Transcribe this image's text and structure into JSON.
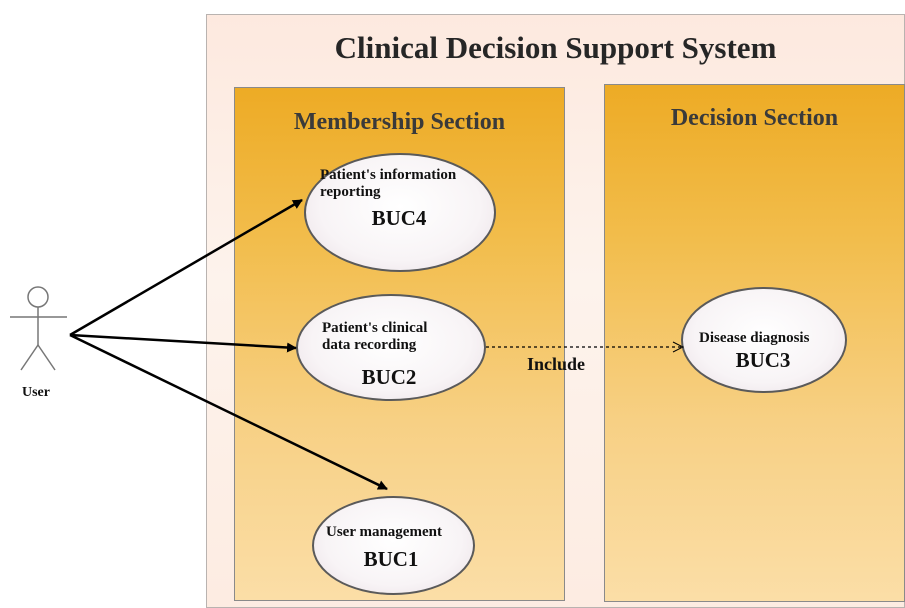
{
  "system": {
    "title": "Clinical Decision Support System"
  },
  "sections": {
    "membership": {
      "title": "Membership Section"
    },
    "decision": {
      "title": "Decision Section"
    }
  },
  "actor": {
    "label": "User"
  },
  "use_cases": {
    "buc4": {
      "name_line1": "Patient's information",
      "name_line2": "reporting",
      "code": "BUC4"
    },
    "buc2": {
      "name_line1": "Patient's clinical",
      "name_line2": "data recording",
      "code": "BUC2"
    },
    "buc1": {
      "name": "User management",
      "code": "BUC1"
    },
    "buc3": {
      "name": "Disease diagnosis",
      "code": "BUC3"
    }
  },
  "relations": {
    "include_label": "Include"
  },
  "colors": {
    "section_top": "#edab25",
    "section_bottom": "#fbdea7",
    "system_bg": "#fde9df"
  }
}
